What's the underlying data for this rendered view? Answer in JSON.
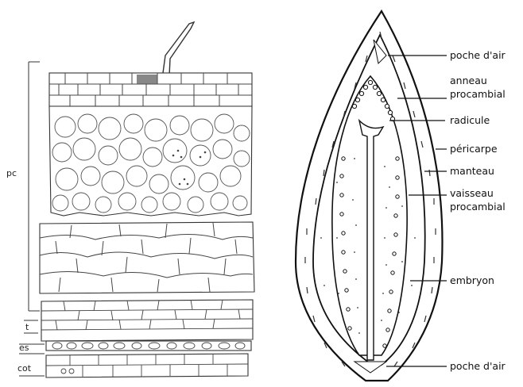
{
  "left_panel": {
    "labels": {
      "pc": "pc",
      "t": "t",
      "es": "es",
      "cot": "cot"
    }
  },
  "right_panel": {
    "labels": {
      "air_pocket_top": "poche d'air",
      "procambial_ring_1": "anneau",
      "procambial_ring_2": "procambial",
      "radicle": "radicule",
      "pericarp": "péricarpe",
      "mantle": "manteau",
      "procambial_vessel_1": "vaisseau",
      "procambial_vessel_2": "procambial",
      "embryo": "embryon",
      "air_pocket_bottom": "poche d'air"
    }
  }
}
